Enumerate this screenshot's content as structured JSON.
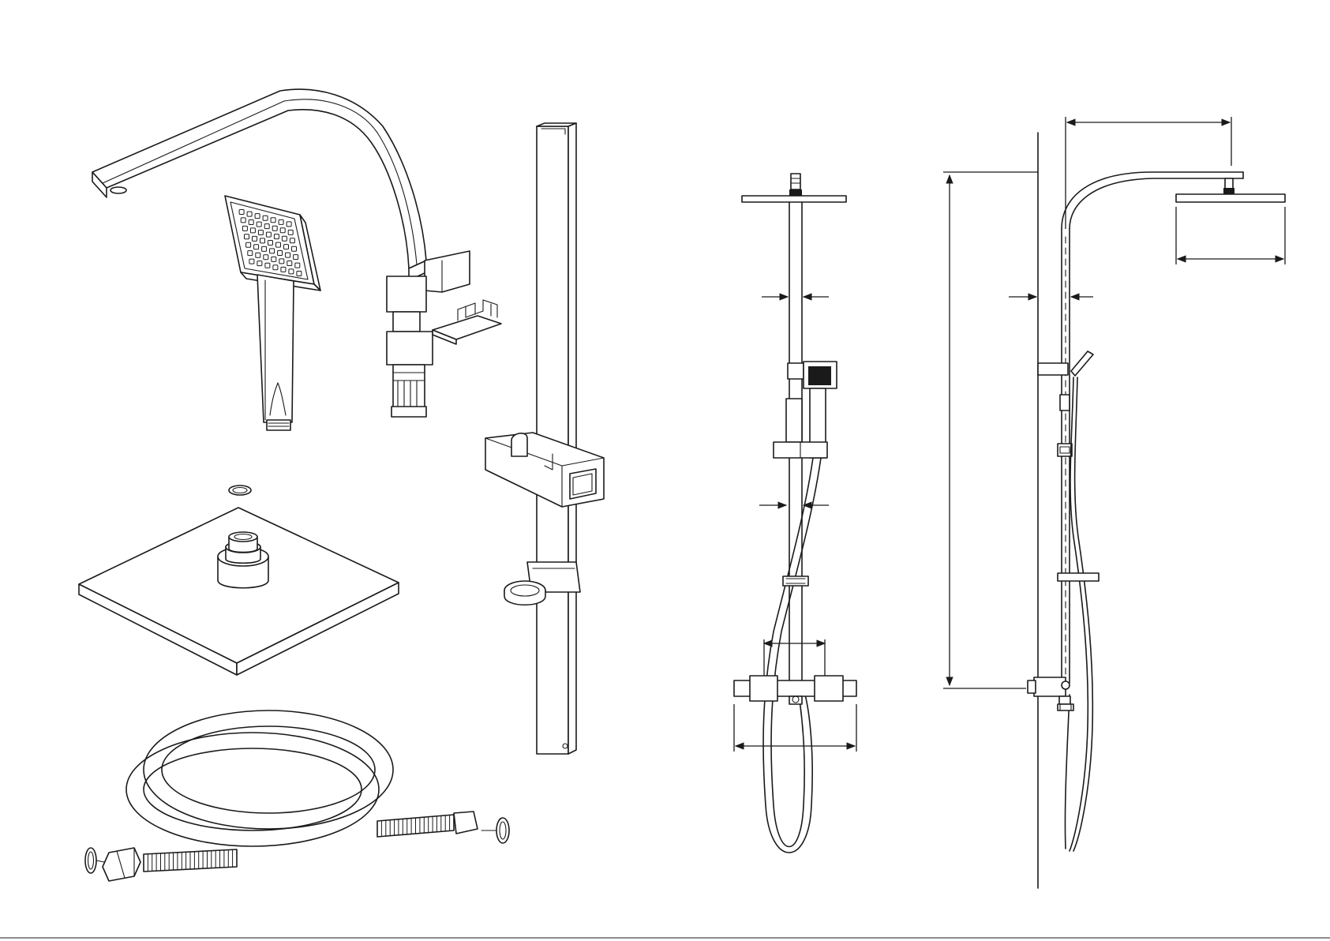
{
  "diagram": {
    "parts": [
      {
        "name": "overhead-arm"
      },
      {
        "name": "hand-shower"
      },
      {
        "name": "mounting-clip"
      },
      {
        "name": "shower-head"
      },
      {
        "name": "slide-rail"
      },
      {
        "name": "shower-hose"
      }
    ],
    "views": [
      "front-view",
      "side-view"
    ],
    "colors": {
      "line": "#1a1a1a",
      "background": "#ffffff"
    }
  }
}
